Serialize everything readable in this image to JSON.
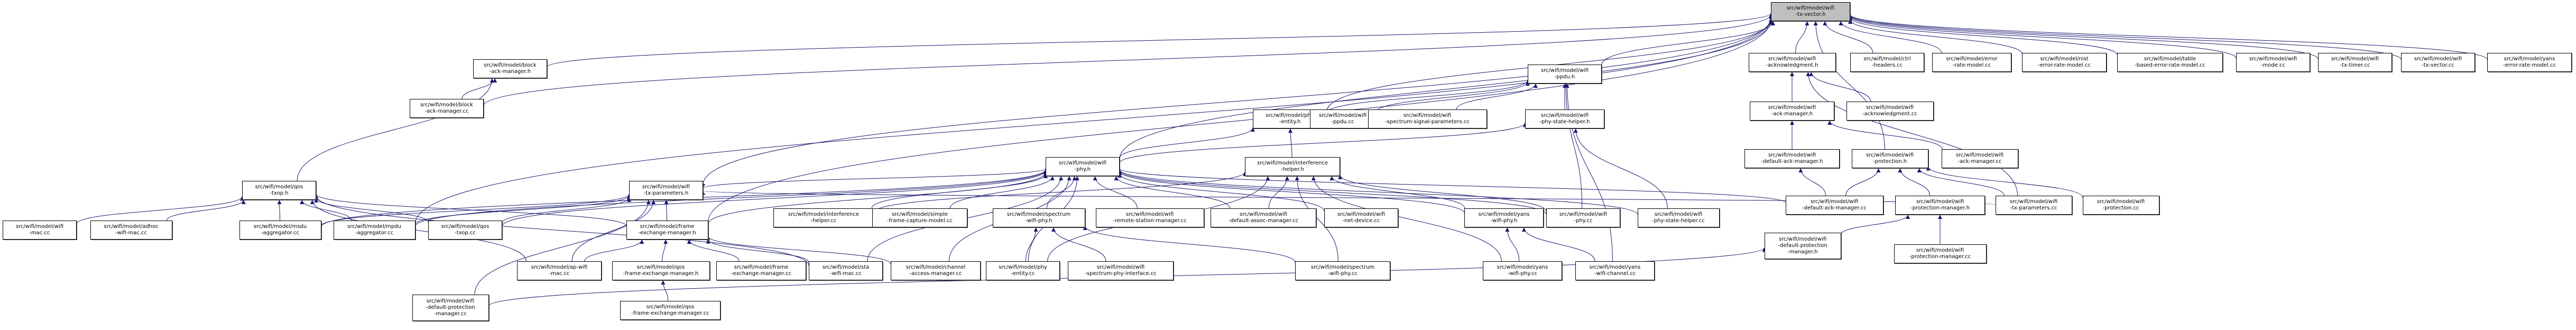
{
  "graph": {
    "title": "Include dependency graph for src/wifi/model/wifi-tx-vector.h",
    "edge_color": "#191970",
    "root_fill": "#bfbfbf",
    "root": "tx-vector-h",
    "nodes": [
      {
        "id": "tx-vector-h",
        "label": "src/wifi/model/wifi\n-tx-vector.h",
        "root": true
      },
      {
        "id": "block-ack-manager-h",
        "label": "src/wifi/model/block\n-ack-manager.h"
      },
      {
        "id": "block-ack-manager-cc",
        "label": "src/wifi/model/block\n-ack-manager.cc"
      },
      {
        "id": "qos-txop-h",
        "label": "src/wifi/model/qos\n-txop.h"
      },
      {
        "id": "wifi-mac-cc",
        "label": "src/wifi/model/wifi\n-mac.cc"
      },
      {
        "id": "adhoc-wifi-mac-cc",
        "label": "src/wifi/model/adhoc\n-wifi-mac.cc"
      },
      {
        "id": "msdu-aggregator-cc",
        "label": "src/wifi/model/msdu\n-aggregator.cc"
      },
      {
        "id": "mpdu-aggregator-cc",
        "label": "src/wifi/model/mpdu\n-aggregator.cc"
      },
      {
        "id": "qos-txop-cc",
        "label": "src/wifi/model/qos\n-txop.cc"
      },
      {
        "id": "tx-parameters-h",
        "label": "src/wifi/model/wifi\n-tx-parameters.h"
      },
      {
        "id": "frame-exchange-manager-h",
        "label": "src/wifi/model/frame\n-exchange-manager.h"
      },
      {
        "id": "ap-wifi-mac-cc",
        "label": "src/wifi/model/ap-wifi\n-mac.cc"
      },
      {
        "id": "qos-frame-exchange-manager-h",
        "label": "src/wifi/model/qos\n-frame-exchange-manager.h"
      },
      {
        "id": "frame-exchange-manager-cc",
        "label": "src/wifi/model/frame\n-exchange-manager.cc"
      },
      {
        "id": "sta-wifi-mac-cc",
        "label": "src/wifi/model/sta\n-wifi-mac.cc"
      },
      {
        "id": "channel-access-manager-cc",
        "label": "src/wifi/model/channel\n-access-manager.cc"
      },
      {
        "id": "default-protection-manager-cc",
        "label": "src/wifi/model/wifi\n-default-protection\n-manager.cc"
      },
      {
        "id": "qos-frame-exchange-manager-cc",
        "label": "src/wifi/model/qos\n-frame-exchange-manager.cc"
      },
      {
        "id": "wifi-phy-h",
        "label": "src/wifi/model/wifi\n-phy.h"
      },
      {
        "id": "phy-entity-h",
        "label": "src/wifi/model/phy\n-entity.h"
      },
      {
        "id": "wifi-ppdu-h",
        "label": "src/wifi/model/wifi\n-ppdu.h"
      },
      {
        "id": "wifi-ppdu-cc",
        "label": "src/wifi/model/wifi\n-ppdu.cc"
      },
      {
        "id": "spectrum-signal-parameters-cc",
        "label": "src/wifi/model/wifi\n-spectrum-signal-parameters.cc"
      },
      {
        "id": "phy-state-helper-h",
        "label": "src/wifi/model/wifi\n-phy-state-helper.h"
      },
      {
        "id": "interference-helper-h",
        "label": "src/wifi/model/interference\n-helper.h"
      },
      {
        "id": "interference-helper-cc",
        "label": "src/wifi/model/interference\n-helper.cc"
      },
      {
        "id": "simple-frame-capture-model-cc",
        "label": "src/wifi/model/simple\n-frame-capture-model.cc"
      },
      {
        "id": "spectrum-wifi-phy-h",
        "label": "src/wifi/model/spectrum\n-wifi-phy.h"
      },
      {
        "id": "remote-station-manager-cc",
        "label": "src/wifi/model/wifi\n-remote-station-manager.cc"
      },
      {
        "id": "default-assoc-manager-cc",
        "label": "src/wifi/model/wifi\n-default-assoc-manager.cc"
      },
      {
        "id": "net-device-cc",
        "label": "src/wifi/model/wifi\n-net-device.cc"
      },
      {
        "id": "yans-wifi-phy-h",
        "label": "src/wifi/model/yans\n-wifi-phy.h"
      },
      {
        "id": "wifi-phy-cc",
        "label": "src/wifi/model/wifi\n-phy.cc"
      },
      {
        "id": "phy-state-helper-cc",
        "label": "src/wifi/model/wifi\n-phy-state-helper.cc"
      },
      {
        "id": "phy-entity-cc",
        "label": "src/wifi/model/phy\n-entity.cc"
      },
      {
        "id": "spectrum-phy-interface-cc",
        "label": "src/wifi/model/wifi\n-spectrum-phy-interface.cc"
      },
      {
        "id": "spectrum-wifi-phy-cc",
        "label": "src/wifi/model/spectrum\n-wifi-phy.cc"
      },
      {
        "id": "yans-wifi-phy-cc",
        "label": "src/wifi/model/yans\n-wifi-phy.cc"
      },
      {
        "id": "yans-wifi-channel-cc",
        "label": "src/wifi/model/yans\n-wifi-channel.cc"
      },
      {
        "id": "acknowledgment-h",
        "label": "src/wifi/model/wifi\n-acknowledgment.h"
      },
      {
        "id": "ack-manager-h",
        "label": "src/wifi/model/wifi\n-ack-manager.h"
      },
      {
        "id": "acknowledgment-cc",
        "label": "src/wifi/model/wifi\n-acknowledgment.cc"
      },
      {
        "id": "default-ack-manager-h",
        "label": "src/wifi/model/wifi\n-default-ack-manager.h"
      },
      {
        "id": "protection-h",
        "label": "src/wifi/model/wifi\n-protection.h"
      },
      {
        "id": "ack-manager-cc",
        "label": "src/wifi/model/wifi\n-ack-manager.cc"
      },
      {
        "id": "default-ack-manager-cc",
        "label": "src/wifi/model/wifi\n-default-ack-manager.cc"
      },
      {
        "id": "protection-manager-h",
        "label": "src/wifi/model/wifi\n-protection-manager.h"
      },
      {
        "id": "tx-parameters-cc",
        "label": "src/wifi/model/wifi\n-tx-parameters.cc"
      },
      {
        "id": "protection-cc",
        "label": "src/wifi/model/wifi\n-protection.cc"
      },
      {
        "id": "default-protection-manager-h",
        "label": "src/wifi/model/wifi\n-default-protection\n-manager.h"
      },
      {
        "id": "protection-manager-cc",
        "label": "src/wifi/model/wifi\n-protection-manager.cc"
      },
      {
        "id": "ctrl-headers-cc",
        "label": "src/wifi/model/ctrl\n-headers.cc"
      },
      {
        "id": "error-rate-model-cc",
        "label": "src/wifi/model/error\n-rate-model.cc"
      },
      {
        "id": "nist-error-rate-model-cc",
        "label": "src/wifi/model/nist\n-error-rate-model.cc"
      },
      {
        "id": "table-based-error-rate-model-cc",
        "label": "src/wifi/model/table\n-based-error-rate-model.cc"
      },
      {
        "id": "wifi-mode-cc",
        "label": "src/wifi/model/wifi\n-mode.cc"
      },
      {
        "id": "tx-timer-cc",
        "label": "src/wifi/model/wifi\n-tx-timer.cc"
      },
      {
        "id": "tx-vector-cc",
        "label": "src/wifi/model/wifi\n-tx-vector.cc"
      },
      {
        "id": "yans-error-rate-model-cc",
        "label": "src/wifi/model/yans\n-error-rate-model.cc"
      }
    ],
    "edges": [
      [
        "block-ack-manager-h",
        "tx-vector-h"
      ],
      [
        "block-ack-manager-cc",
        "block-ack-manager-h"
      ],
      [
        "block-ack-manager-cc",
        "tx-vector-h"
      ],
      [
        "qos-txop-h",
        "block-ack-manager-h"
      ],
      [
        "wifi-mac-cc",
        "qos-txop-h"
      ],
      [
        "adhoc-wifi-mac-cc",
        "qos-txop-h"
      ],
      [
        "msdu-aggregator-cc",
        "qos-txop-h"
      ],
      [
        "mpdu-aggregator-cc",
        "qos-txop-h"
      ],
      [
        "qos-txop-cc",
        "qos-txop-h"
      ],
      [
        "frame-exchange-manager-h",
        "qos-txop-h"
      ],
      [
        "ap-wifi-mac-cc",
        "qos-txop-h"
      ],
      [
        "sta-wifi-mac-cc",
        "qos-txop-h"
      ],
      [
        "mpdu-aggregator-cc",
        "tx-vector-h"
      ],
      [
        "tx-parameters-h",
        "tx-vector-h"
      ],
      [
        "msdu-aggregator-cc",
        "tx-parameters-h"
      ],
      [
        "mpdu-aggregator-cc",
        "tx-parameters-h"
      ],
      [
        "qos-txop-cc",
        "tx-parameters-h"
      ],
      [
        "frame-exchange-manager-h",
        "tx-parameters-h"
      ],
      [
        "ap-wifi-mac-cc",
        "tx-parameters-h"
      ],
      [
        "default-protection-manager-cc",
        "tx-parameters-h"
      ],
      [
        "tx-parameters-cc",
        "tx-parameters-h"
      ],
      [
        "wifi-phy-h",
        "tx-parameters-h"
      ],
      [
        "frame-exchange-manager-h",
        "tx-vector-h"
      ],
      [
        "ap-wifi-mac-cc",
        "frame-exchange-manager-h"
      ],
      [
        "qos-frame-exchange-manager-h",
        "frame-exchange-manager-h"
      ],
      [
        "frame-exchange-manager-cc",
        "frame-exchange-manager-h"
      ],
      [
        "sta-wifi-mac-cc",
        "frame-exchange-manager-h"
      ],
      [
        "channel-access-manager-cc",
        "frame-exchange-manager-h"
      ],
      [
        "qos-frame-exchange-manager-cc",
        "qos-frame-exchange-manager-h"
      ],
      [
        "default-protection-manager-cc",
        "default-protection-manager-h"
      ],
      [
        "wifi-phy-h",
        "tx-vector-h"
      ],
      [
        "phy-entity-h",
        "tx-vector-h"
      ],
      [
        "wifi-ppdu-h",
        "tx-vector-h"
      ],
      [
        "msdu-aggregator-cc",
        "wifi-phy-h"
      ],
      [
        "mpdu-aggregator-cc",
        "wifi-phy-h"
      ],
      [
        "qos-txop-cc",
        "wifi-phy-h"
      ],
      [
        "frame-exchange-manager-h",
        "wifi-phy-h"
      ],
      [
        "interference-helper-cc",
        "wifi-phy-h"
      ],
      [
        "simple-frame-capture-model-cc",
        "wifi-phy-h"
      ],
      [
        "spectrum-wifi-phy-h",
        "wifi-phy-h"
      ],
      [
        "remote-station-manager-cc",
        "wifi-phy-h"
      ],
      [
        "default-assoc-manager-cc",
        "wifi-phy-h"
      ],
      [
        "net-device-cc",
        "wifi-phy-h"
      ],
      [
        "yans-wifi-phy-h",
        "wifi-phy-h"
      ],
      [
        "wifi-phy-cc",
        "wifi-phy-h"
      ],
      [
        "phy-state-helper-cc",
        "wifi-phy-h"
      ],
      [
        "default-ack-manager-cc",
        "wifi-phy-h"
      ],
      [
        "sta-wifi-mac-cc",
        "wifi-phy-h"
      ],
      [
        "channel-access-manager-cc",
        "wifi-phy-h"
      ],
      [
        "phy-entity-cc",
        "wifi-phy-h"
      ],
      [
        "wifi-phy-h",
        "phy-entity-h"
      ],
      [
        "interference-helper-h",
        "phy-entity-h"
      ],
      [
        "phy-entity-h",
        "wifi-ppdu-h"
      ],
      [
        "wifi-ppdu-cc",
        "wifi-ppdu-h"
      ],
      [
        "spectrum-signal-parameters-cc",
        "wifi-ppdu-h"
      ],
      [
        "phy-state-helper-h",
        "wifi-ppdu-h"
      ],
      [
        "wifi-phy-cc",
        "wifi-ppdu-h"
      ],
      [
        "yans-wifi-channel-cc",
        "wifi-ppdu-h"
      ],
      [
        "wifi-phy-h",
        "phy-state-helper-h"
      ],
      [
        "phy-state-helper-cc",
        "phy-state-helper-h"
      ],
      [
        "interference-helper-cc",
        "interference-helper-h"
      ],
      [
        "spectrum-wifi-phy-cc",
        "interference-helper-h"
      ],
      [
        "yans-wifi-phy-cc",
        "interference-helper-h"
      ],
      [
        "wifi-phy-cc",
        "interference-helper-h"
      ],
      [
        "phy-entity-cc",
        "interference-helper-h"
      ],
      [
        "default-assoc-manager-cc",
        "interference-helper-h"
      ],
      [
        "yans-wifi-phy-h",
        "interference-helper-h"
      ],
      [
        "phy-entity-cc",
        "spectrum-wifi-phy-h"
      ],
      [
        "spectrum-phy-interface-cc",
        "spectrum-wifi-phy-h"
      ],
      [
        "spectrum-wifi-phy-cc",
        "spectrum-wifi-phy-h"
      ],
      [
        "yans-wifi-phy-cc",
        "yans-wifi-phy-h"
      ],
      [
        "yans-wifi-channel-cc",
        "yans-wifi-phy-h"
      ],
      [
        "acknowledgment-h",
        "tx-vector-h"
      ],
      [
        "ack-manager-h",
        "acknowledgment-h"
      ],
      [
        "acknowledgment-cc",
        "acknowledgment-h"
      ],
      [
        "tx-parameters-cc",
        "acknowledgment-h"
      ],
      [
        "default-ack-manager-h",
        "ack-manager-h"
      ],
      [
        "ack-manager-cc",
        "ack-manager-h"
      ],
      [
        "default-ack-manager-cc",
        "default-ack-manager-h"
      ],
      [
        "protection-h",
        "tx-vector-h"
      ],
      [
        "default-ack-manager-cc",
        "protection-h"
      ],
      [
        "protection-manager-h",
        "protection-h"
      ],
      [
        "tx-parameters-cc",
        "protection-h"
      ],
      [
        "protection-cc",
        "protection-h"
      ],
      [
        "default-protection-manager-h",
        "protection-manager-h"
      ],
      [
        "protection-manager-cc",
        "protection-manager-h"
      ],
      [
        "ctrl-headers-cc",
        "tx-vector-h"
      ],
      [
        "error-rate-model-cc",
        "tx-vector-h"
      ],
      [
        "nist-error-rate-model-cc",
        "tx-vector-h"
      ],
      [
        "table-based-error-rate-model-cc",
        "tx-vector-h"
      ],
      [
        "wifi-mode-cc",
        "tx-vector-h"
      ],
      [
        "tx-timer-cc",
        "tx-vector-h"
      ],
      [
        "tx-vector-cc",
        "tx-vector-h"
      ],
      [
        "yans-error-rate-model-cc",
        "tx-vector-h"
      ]
    ]
  }
}
